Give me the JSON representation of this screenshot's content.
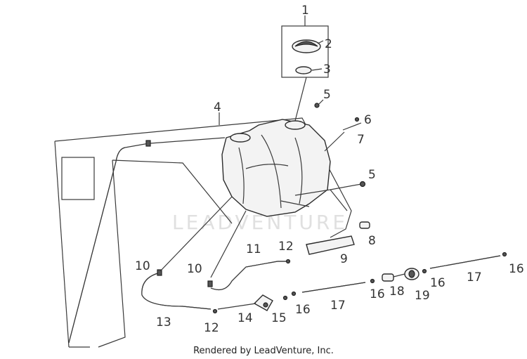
{
  "callouts": {
    "c1": "1",
    "c2": "2",
    "c3": "3",
    "c4": "4",
    "c5a": "5",
    "c5b": "5",
    "c6": "6",
    "c7": "7",
    "c8": "8",
    "c9": "9",
    "c10a": "10",
    "c10b": "10",
    "c11": "11",
    "c12a": "12",
    "c12b": "12",
    "c13": "13",
    "c14": "14",
    "c15": "15",
    "c16a": "16",
    "c16b": "16",
    "c16c": "16",
    "c16d": "16",
    "c17a": "17",
    "c17b": "17",
    "c18": "18",
    "c19": "19"
  },
  "watermark": "LEADVENTURE",
  "footer": "Rendered by LeadVenture, Inc."
}
